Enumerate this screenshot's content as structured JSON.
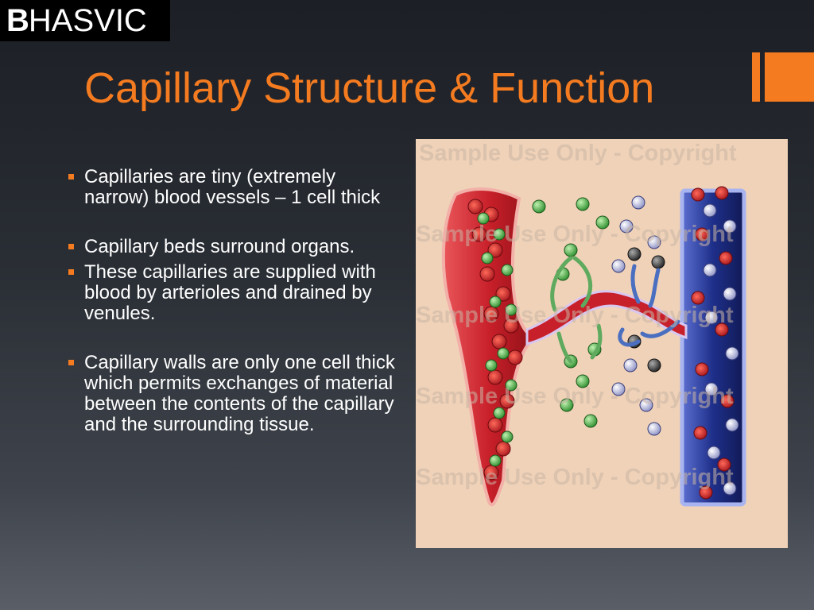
{
  "logo": {
    "bold_letter": "B",
    "rest": "HASVIC"
  },
  "slide": {
    "title": "Capillary Structure & Function",
    "bullets": [
      "Capillaries are tiny (extremely narrow) blood vessels – 1 cell thick",
      "Capillary beds surround organs.",
      "These capillaries are supplied with blood by arterioles and drained by venules.",
      "Capillary walls are only one cell thick which permits exchanges of material between the contents of the capillary and the surrounding tissue."
    ]
  },
  "diagram": {
    "watermark": "Sample Use Only - Copyright",
    "colors": {
      "background": "#f0d2b8",
      "artery": "#c8202a",
      "vein": "#1e2f8a",
      "oxygen_cell": "#3aa43a",
      "waste_cell": "#b8bde0",
      "accent": "#f47b20"
    }
  }
}
